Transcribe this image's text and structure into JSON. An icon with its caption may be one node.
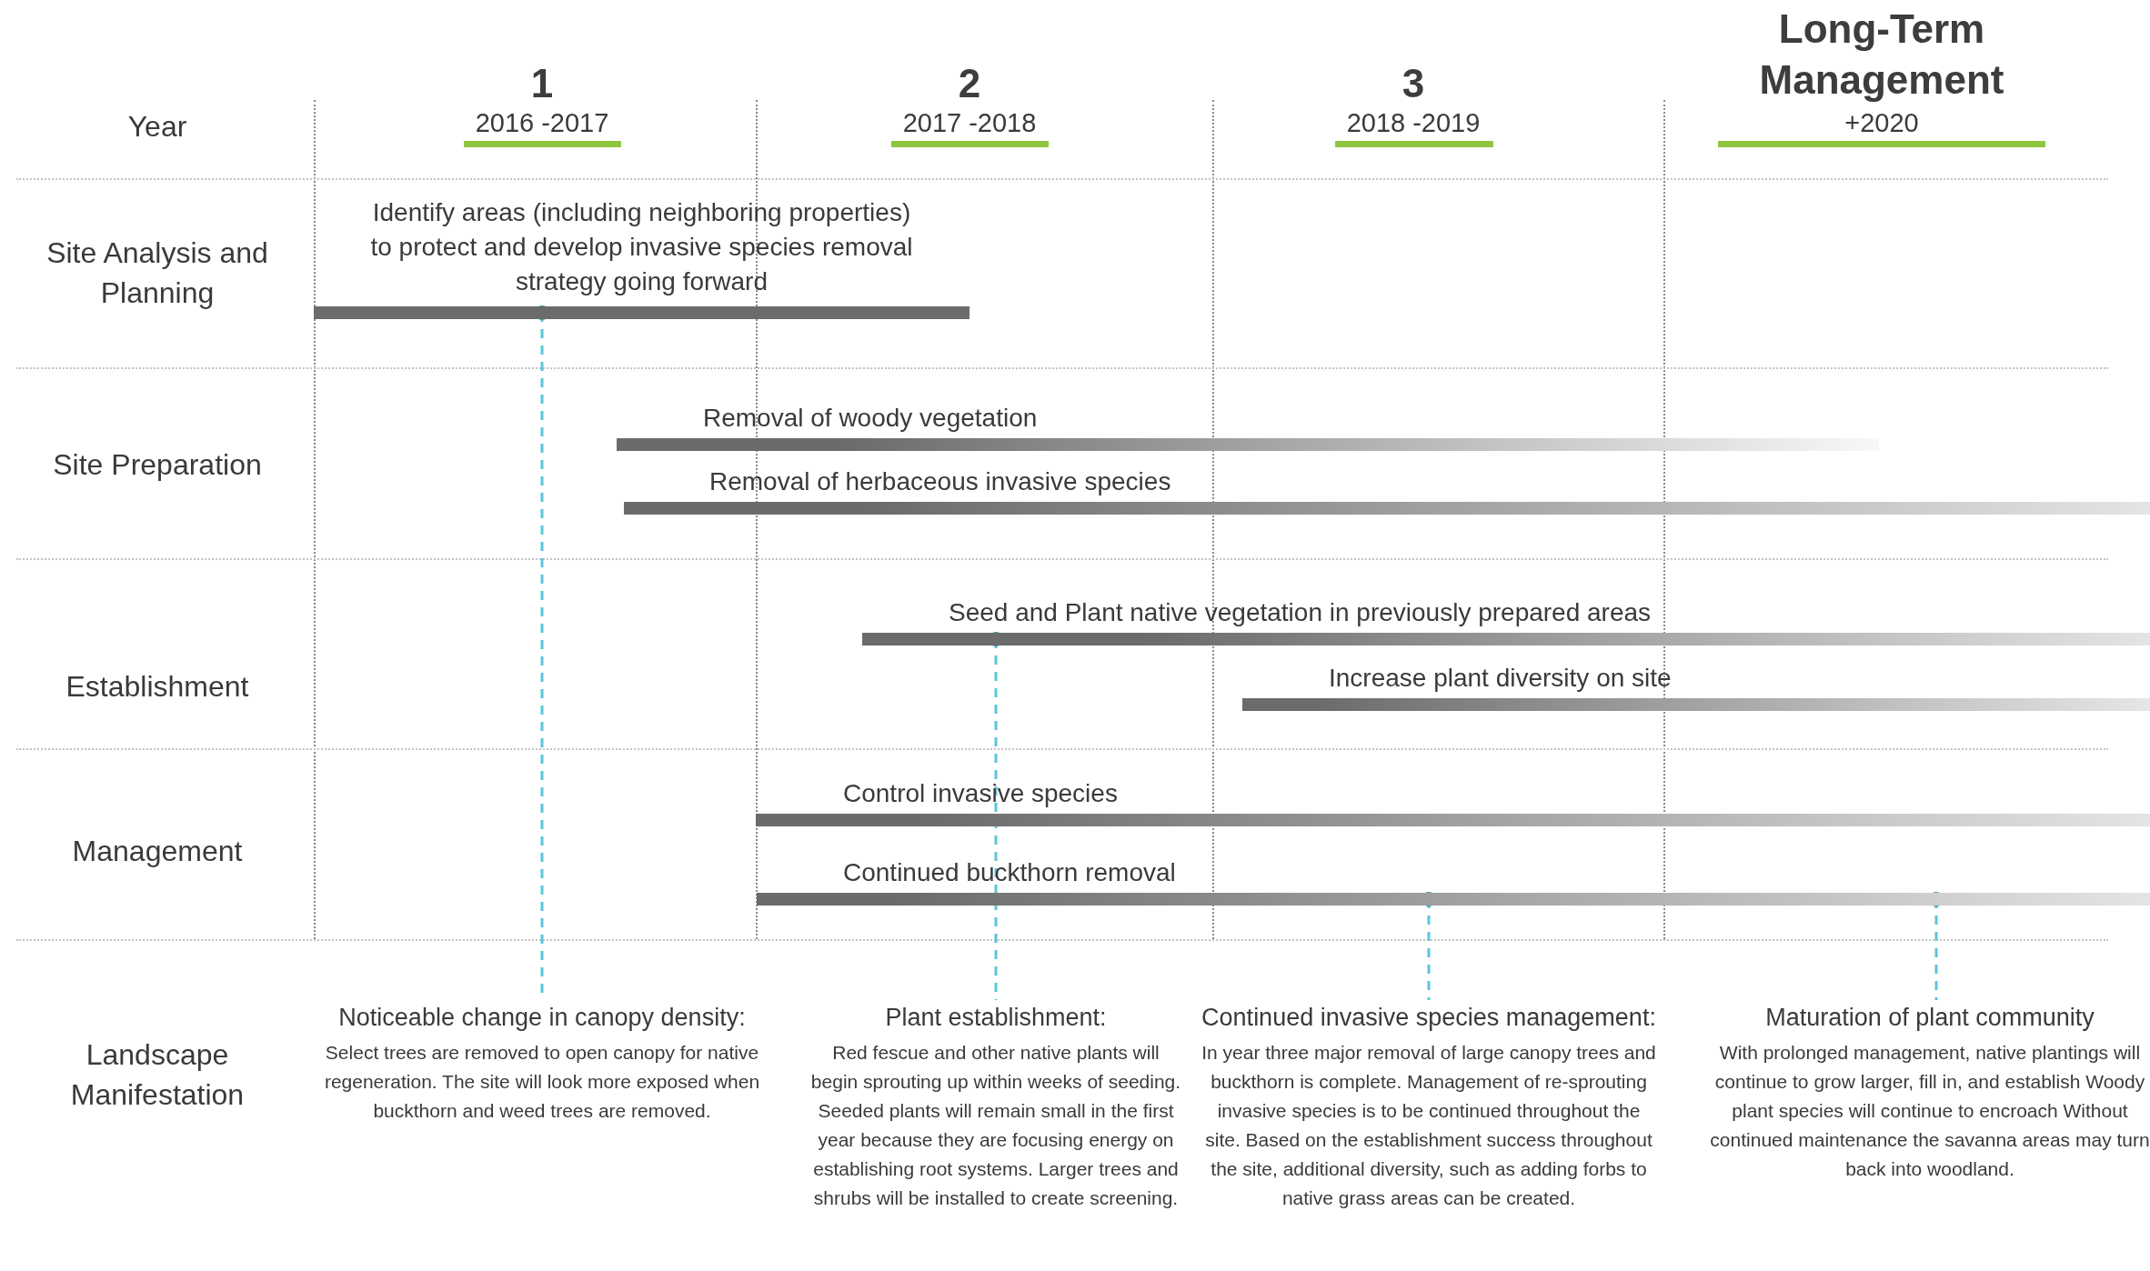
{
  "diagram": {
    "nodes": [
      {
        "text": [
          "Identify areas (including neighboring properties) to protect and develop invasive species removal strategy going forward"
        ]
      },
      {
        "text": [
          "Removal of woody vegetation"
        ]
      },
      {
        "text": [
          "Removal of herbaceous invasive species"
        ]
      },
      {
        "text": [
          "Seed and Plant native vegetation in previously prepared areas"
        ]
      },
      {
        "text": [
          "Increase plant diversity on site"
        ]
      },
      {
        "text": [
          "Control invasive species"
        ]
      },
      {
        "text": [
          "Continued buckthorn removal"
        ]
      },
      {
        "text": [
          "Noticeable change in canopy density:",
          "Select trees are removed to open canopy for native regeneration. The site will look more exposed when buckthorn and weed trees are removed."
        ]
      },
      {
        "text": [
          "Plant establishment:",
          "Red fescue and other native plants will begin sprouting up within weeks of seeding. Seeded plants will remain small in the first year because they are focusing energy on establishing root systems. Larger trees and shrubs will be installed to create screening."
        ]
      },
      {
        "text": [
          "Continued invasive species management:",
          "In year three major removal of large canopy trees and buckthorn is complete. Management of re-sprouting invasive species is to be continued throughout the site. Based on the establishment success throughout the site, additional diversity, such as adding forbs to native grass areas can be created."
        ]
      },
      {
        "text": [
          "Maturation of plant community",
          "With prolonged management, native plantings will continue to grow larger, fill in, and establish Woody plant species will continue to encroach Without continued maintenance the savanna areas may turn back into woodland."
        ]
      }
    ],
    "edges": [
      {
        "from": 0,
        "to": 7,
        "arrow": "other"
      },
      {
        "from": 3,
        "to": 8,
        "arrow": "other"
      },
      {
        "from": 6,
        "to": 9,
        "arrow": "other"
      },
      {
        "from": 6,
        "to": 10,
        "arrow": "other"
      }
    ],
    "labels": [
      "Year",
      "1",
      "2016 -2017",
      "2",
      "2017 -2018",
      "3",
      "2018 -2019",
      "Long-Term Management",
      "+2020",
      "Site Analysis and Planning",
      "Site Preparation",
      "Establishment",
      "Management",
      "Landscape Manifestation"
    ]
  }
}
